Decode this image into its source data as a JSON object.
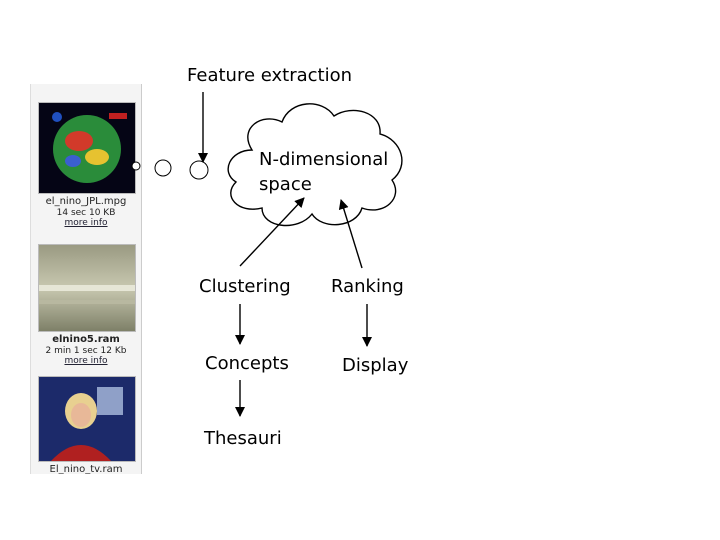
{
  "diagram": {
    "feature_extraction": "Feature extraction",
    "space_line1": "N-dimensional",
    "space_line2": "space",
    "clustering": "Clustering",
    "ranking": "Ranking",
    "concepts": "Concepts",
    "display": "Display",
    "thesauri": "Thesauri"
  },
  "results": [
    {
      "title": "el_nino_JPL.mpg",
      "meta": "14 sec 10 KB",
      "link": "more info"
    },
    {
      "title": "elnino5.ram",
      "meta": "2 min 1 sec 12 Kb",
      "link": "more info"
    },
    {
      "title": "El_nino_tv.ram",
      "meta": "",
      "link": ""
    }
  ],
  "colors": {
    "line": "#000000",
    "background": "#ffffff"
  }
}
